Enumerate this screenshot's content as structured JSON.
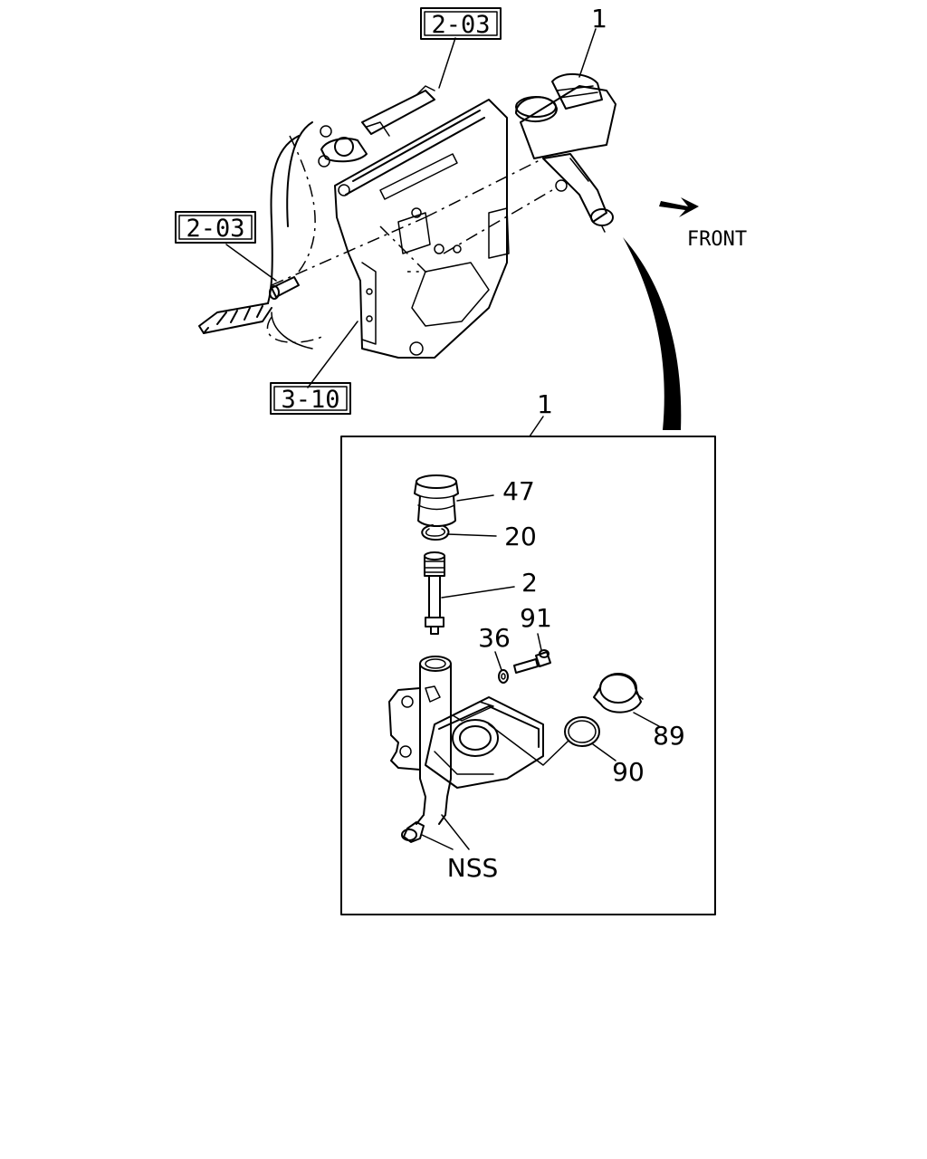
{
  "references": {
    "ref_top": "2-03",
    "ref_left": "2-03",
    "ref_bottom": "3-10"
  },
  "direction": {
    "label": "FRONT",
    "arrow_icon": "arrow-right-icon"
  },
  "callouts": {
    "assembly_top": "1",
    "assembly_box": "1",
    "cap": "47",
    "snap_ring": "20",
    "push_rod": "2",
    "bolt": "91",
    "washer": "36",
    "reservoir_cap": "89",
    "oring": "90",
    "nss": "NSS"
  }
}
